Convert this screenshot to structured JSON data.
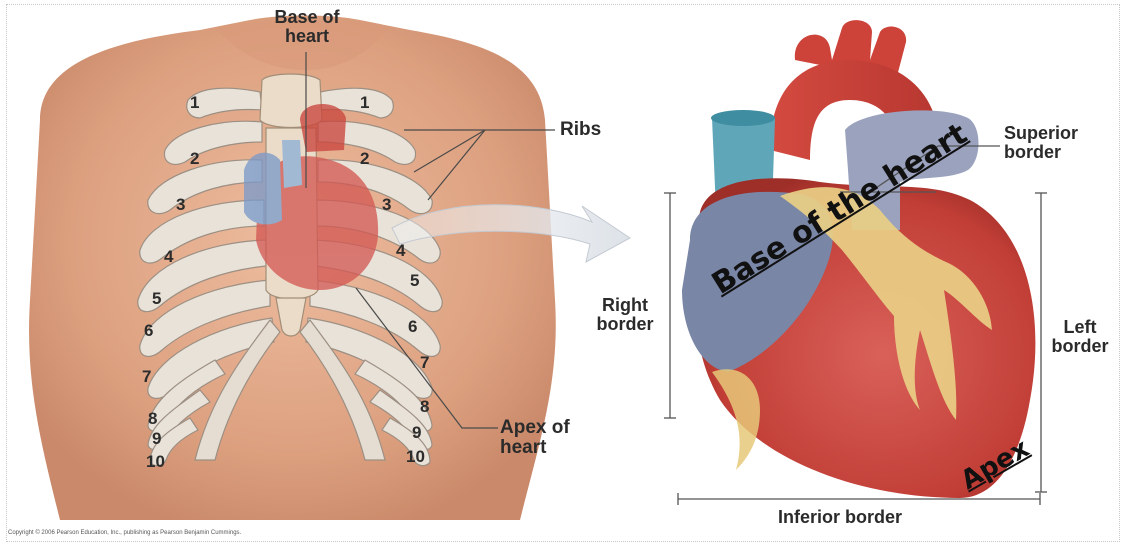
{
  "left_panel": {
    "label_base": "Base of heart",
    "label_ribs": "Ribs",
    "label_apex": "Apex of heart",
    "rib_numbers_left": [
      "1",
      "2",
      "3",
      "4",
      "5",
      "6",
      "7",
      "8",
      "9",
      "10"
    ],
    "rib_numbers_right": [
      "1",
      "2",
      "3",
      "4",
      "5",
      "6",
      "7",
      "8",
      "9",
      "10"
    ],
    "copyright": "Copyright © 2006 Pearson Education, Inc., publishing as Pearson Benjamin Cummings."
  },
  "right_panel": {
    "label_superior": "Superior border",
    "label_right": "Right border",
    "label_left": "Left border",
    "label_inferior": "Inferior border",
    "annotation_base": "Base of the heart",
    "annotation_apex": "Apex"
  },
  "colors": {
    "skin": "#e3ad8c",
    "rib": "#e9e2d8",
    "heart_red": "#c7433b",
    "atrium_blue": "#7e8aa8",
    "vena_cava": "#5fa7b8",
    "fat": "#e9cf85"
  }
}
